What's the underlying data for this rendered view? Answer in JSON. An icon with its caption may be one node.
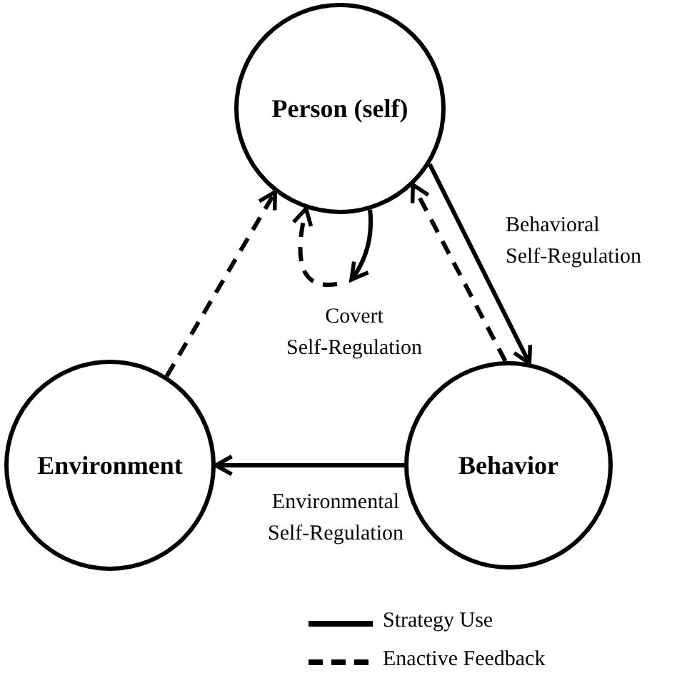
{
  "diagram": {
    "nodes": [
      {
        "text": [
          "Person (self)"
        ]
      },
      {
        "text": [
          "Environment"
        ]
      },
      {
        "text": [
          "Behavior"
        ]
      }
    ],
    "edges": [
      {
        "from": 0,
        "to": 2,
        "arrow": "to",
        "label": "Behavioral Self-Regulation"
      },
      {
        "from": 2,
        "to": 0,
        "arrow": "to",
        "style": "dashed"
      },
      {
        "from": 0,
        "to": null,
        "arrow": "to",
        "label": "Covert Self-Regulation"
      },
      {
        "from": null,
        "to": 0,
        "arrow": "to",
        "style": "dashed"
      },
      {
        "from": 2,
        "to": 1,
        "arrow": "to",
        "label": "Environmental Self-Regulation"
      },
      {
        "from": 1,
        "to": 0,
        "arrow": "to",
        "style": "dashed"
      }
    ],
    "legend": [
      {
        "text": "Strategy Use"
      },
      {
        "text": "Enactive Feedback"
      }
    ]
  }
}
